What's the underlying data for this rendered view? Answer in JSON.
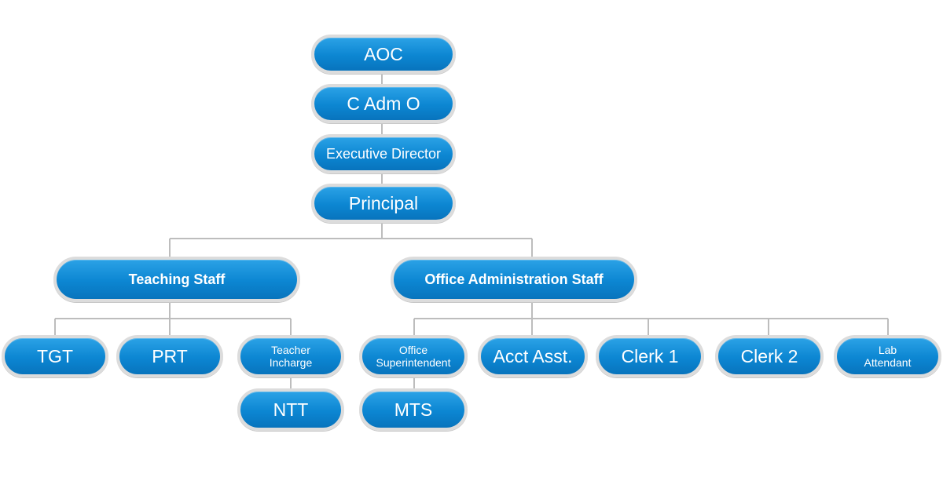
{
  "nodes": {
    "aoc": "AOC",
    "c_adm_o": "C Adm O",
    "executive_director": "Executive Director",
    "principal": "Principal",
    "teaching_staff": "Teaching Staff",
    "office_administration_staff": "Office Administration Staff",
    "tgt": "TGT",
    "prt": "PRT",
    "teacher_incharge": "Teacher\nIncharge",
    "ntt": "NTT",
    "office_superintendent": "Office\nSuperintendent",
    "mts": "MTS",
    "acct_asst": "Acct Asst.",
    "clerk_1": "Clerk 1",
    "clerk_2": "Clerk 2",
    "lab_attendant": "Lab\nAttendant"
  },
  "colors": {
    "node_fill": "#0c86d2",
    "node_border": "#dcdcdc",
    "connector": "#bdbdbd",
    "text": "#ffffff"
  }
}
